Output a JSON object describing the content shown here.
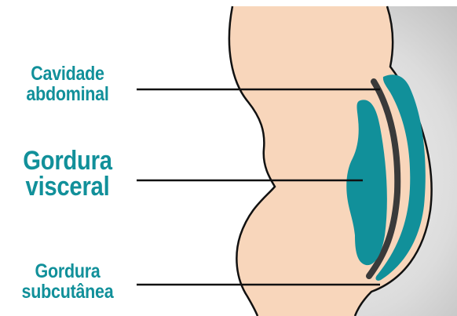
{
  "labels": {
    "cavidade": {
      "line1": "Cavidade",
      "line2": "abdominal"
    },
    "visceral": {
      "line1": "Gordura",
      "line2": "visceral"
    },
    "subcutanea": {
      "line1": "Gordura",
      "line2": "subcutânea"
    }
  },
  "colors": {
    "label_text": "#11909a",
    "teal_fat": "#11909a",
    "skin": "#f8d6bb",
    "background_panel": "#d9d9d9",
    "muscle_wall": "#3b3b3b",
    "outline": "#111111"
  }
}
